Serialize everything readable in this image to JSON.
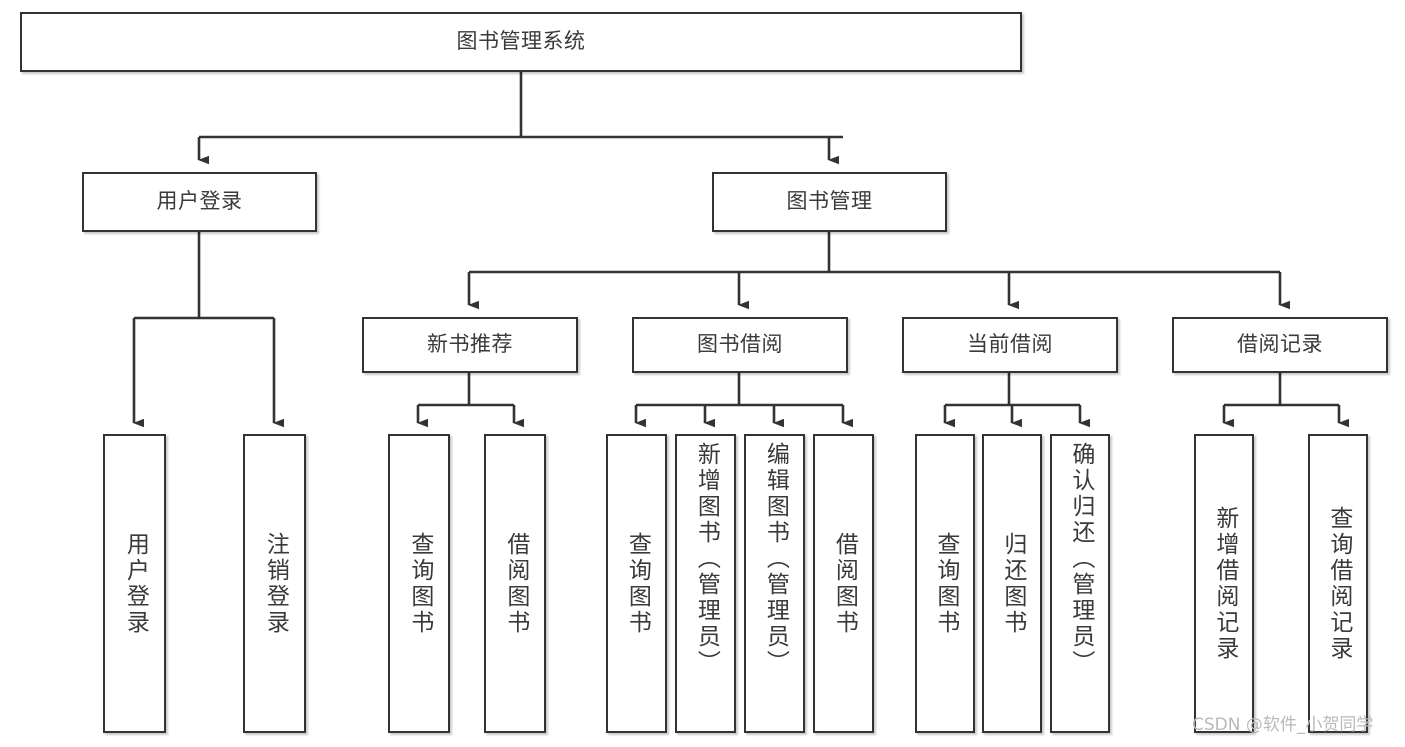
{
  "diagram": {
    "title_node": {
      "label": "图书管理系统"
    },
    "level1": [
      {
        "label": "用户登录"
      },
      {
        "label": "图书管理"
      }
    ],
    "level2": [
      {
        "label": "新书推荐"
      },
      {
        "label": "图书借阅"
      },
      {
        "label": "当前借阅"
      },
      {
        "label": "借阅记录"
      }
    ],
    "leaves": {
      "user_login": [
        {
          "label": "用户登录"
        },
        {
          "label": "注销登录"
        }
      ],
      "new_book": [
        {
          "label": "查询图书"
        },
        {
          "label": "借阅图书"
        }
      ],
      "book_borrow": [
        {
          "label": "查询图书"
        },
        {
          "label": "新增图书（管理员）"
        },
        {
          "label": "编辑图书（管理员）"
        },
        {
          "label": "借阅图书"
        }
      ],
      "current_borrow": [
        {
          "label": "查询图书"
        },
        {
          "label": "归还图书"
        },
        {
          "label": "确认归还（管理员）"
        }
      ],
      "borrow_record": [
        {
          "label": "新增借阅记录"
        },
        {
          "label": "查询借阅记录"
        }
      ]
    }
  },
  "watermark": {
    "text": "CSDN @软件_小贺同学"
  },
  "colors": {
    "border": "#333333",
    "text": "#3a3a3a",
    "background": "#ffffff",
    "watermark": "#b9b9b9"
  }
}
